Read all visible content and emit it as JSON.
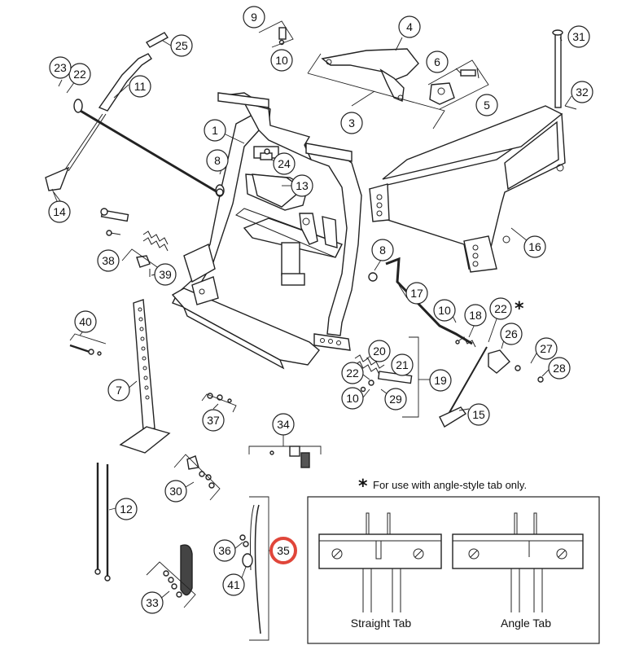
{
  "callouts": {
    "c1": "1",
    "c3": "3",
    "c4": "4",
    "c5": "5",
    "c6": "6",
    "c7": "7",
    "c8a": "8",
    "c8b": "8",
    "c9": "9",
    "c10a": "10",
    "c10b": "10",
    "c10c": "10",
    "c11": "11",
    "c12": "12",
    "c13": "13",
    "c14": "14",
    "c15": "15",
    "c16": "16",
    "c17": "17",
    "c18": "18",
    "c19": "19",
    "c20": "20",
    "c21": "21",
    "c22a": "22",
    "c22b": "22",
    "c22c": "22",
    "c23": "23",
    "c24": "24",
    "c25": "25",
    "c26": "26",
    "c27": "27",
    "c28": "28",
    "c29": "29",
    "c30": "30",
    "c31": "31",
    "c32": "32",
    "c33": "33",
    "c34": "34",
    "c35": "35",
    "c36": "36",
    "c37": "37",
    "c38": "38",
    "c39": "39",
    "c40": "40",
    "c41": "41"
  },
  "highlight": {
    "callout": "35",
    "color": "#e0463a"
  },
  "footnote": {
    "star": "*",
    "text": "For use with angle-style tab only."
  },
  "inset": {
    "straight_tab_label": "Straight Tab",
    "angle_tab_label": "Angle Tab"
  },
  "star_marker": "*"
}
